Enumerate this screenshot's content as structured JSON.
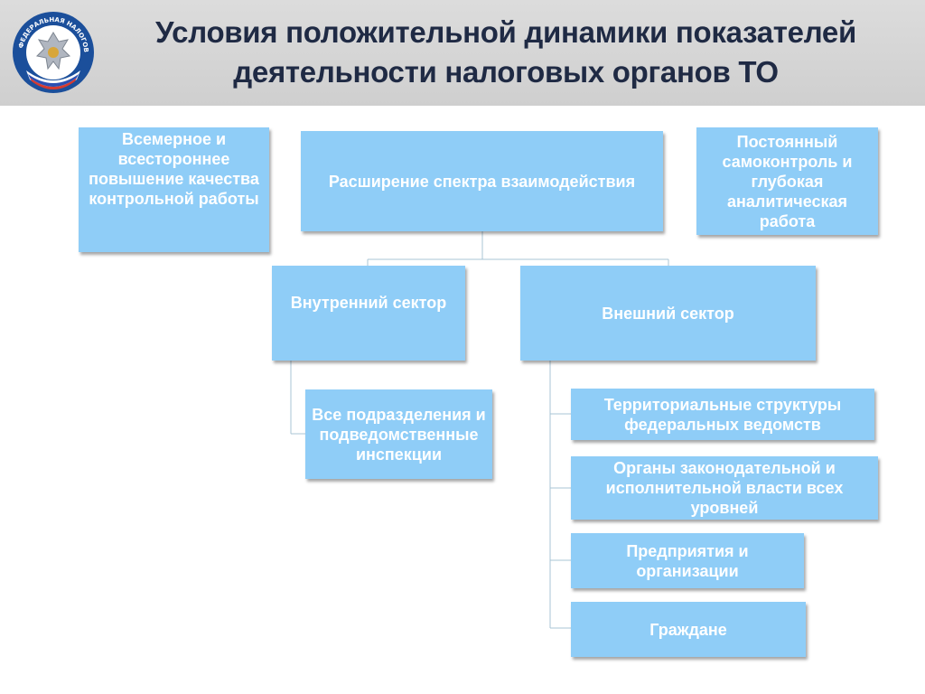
{
  "header": {
    "title_line1": "Условия положительной динамики показателей",
    "title_line2": "деятельности налоговых органов ТО",
    "logo_text": "ФЕДЕРАЛЬНАЯ НАЛОГОВАЯ СЛУЖБА"
  },
  "boxes": {
    "quality_control": "Всемерное и всестороннее повышение качества контрольной работы",
    "interaction": "Расширение спектра взаимодействия",
    "self_control": "Постоянный самоконтроль и глубокая аналитическая работа",
    "internal_sector": "Внутренний сектор",
    "external_sector": "Внешний сектор",
    "subdivisions": "Все подразделения и подведомственные инспекции",
    "federal_structures": "Территориальные структуры федеральных ведомств",
    "government_bodies": "Органы законодательной и исполнительной власти всех уровней",
    "enterprises": "Предприятия и организации",
    "citizens": "Граждане"
  },
  "colors": {
    "box_fill": "#8fcdf7",
    "title_text": "#1f2a44",
    "header_bg": "#d4d4d4"
  }
}
